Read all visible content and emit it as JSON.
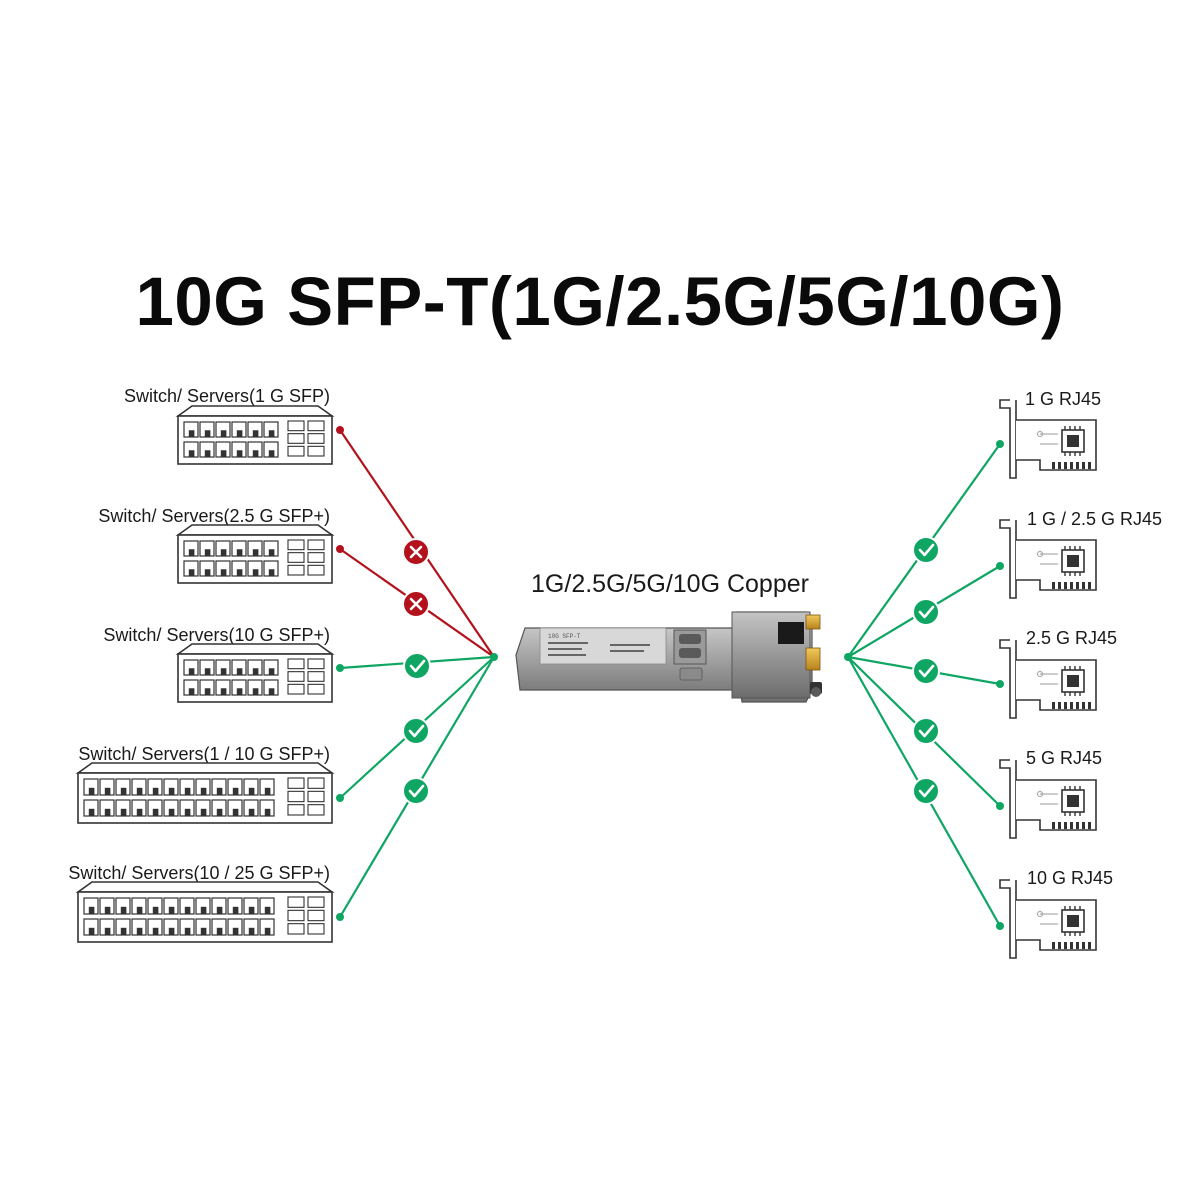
{
  "title": "10G SFP-T(1G/2.5G/5G/10G)",
  "center_label": "1G/2.5G/5G/10G Copper",
  "module_label_lines": [
    "10G SFP-T"
  ],
  "colors": {
    "unsupported": "#b3121c",
    "supported": "#0fa563"
  },
  "left_devices": [
    {
      "label": "Switch/ Servers(1 G  SFP)",
      "supported": false
    },
    {
      "label": "Switch/ Servers(2.5 G  SFP+)",
      "supported": false
    },
    {
      "label": "Switch/ Servers(10 G  SFP+)",
      "supported": true
    },
    {
      "label": "Switch/ Servers(1 / 10 G  SFP+)",
      "supported": true
    },
    {
      "label": "Switch/ Servers(10 / 25 G  SFP+)",
      "supported": true
    }
  ],
  "right_devices": [
    {
      "label": "1 G RJ45",
      "supported": true
    },
    {
      "label": "1 G / 2.5 G RJ45",
      "supported": true
    },
    {
      "label": "2.5 G RJ45",
      "supported": true
    },
    {
      "label": "5 G RJ45",
      "supported": true
    },
    {
      "label": "10 G RJ45",
      "supported": true
    }
  ]
}
